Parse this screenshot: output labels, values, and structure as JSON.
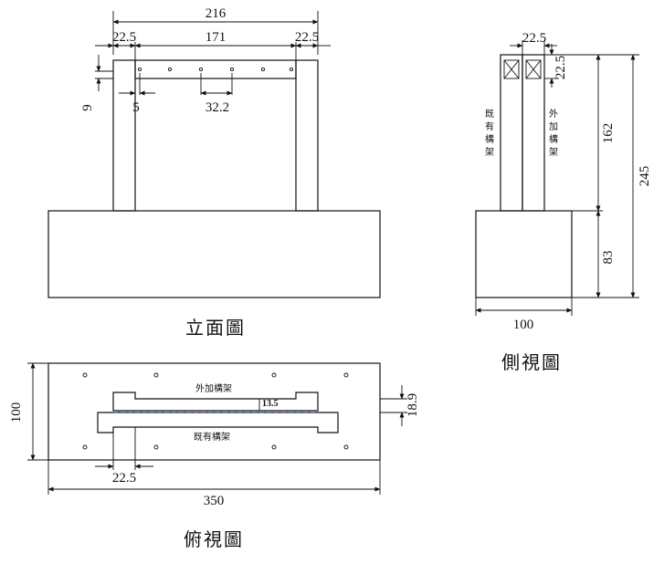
{
  "elevation": {
    "title": "立面圖",
    "dims": {
      "overall_width": "216",
      "left_col": "22.5",
      "span": "171",
      "right_col": "22.5",
      "beam_depth": "9",
      "hole_offset": "5",
      "hole_spacing": "32.2"
    }
  },
  "side": {
    "title": "側視圖",
    "dims": {
      "col_width": "22.5",
      "top_depth": "22.5",
      "frame_height": "162",
      "total_height": "245",
      "base_height": "83",
      "base_width": "100"
    },
    "labels": {
      "existing_frame": [
        "既",
        "有",
        "構",
        "架"
      ],
      "added_frame": [
        "外",
        "加",
        "構",
        "架"
      ]
    }
  },
  "plan": {
    "title": "俯視圖",
    "dims": {
      "depth": "100",
      "col_width": "22.5",
      "length": "350",
      "gap": "13.5",
      "offset": "18.9"
    },
    "labels": {
      "added_frame": "外加構架",
      "existing_frame": "既有構架"
    }
  }
}
